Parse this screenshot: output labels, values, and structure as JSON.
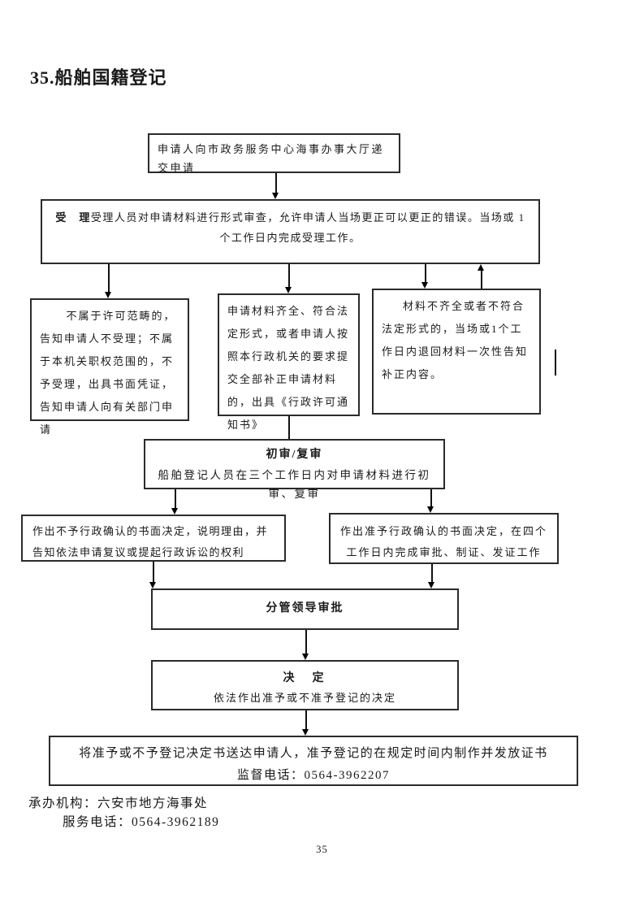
{
  "page": {
    "title": "35.船舶国籍登记",
    "page_number": "35"
  },
  "flowchart": {
    "submit": {
      "text": "申请人向市政务服务中心海事办事大厅递交申请"
    },
    "accept": {
      "label": "受　理",
      "text": "受理人员对申请材料进行形式审查，允许申请人当场更正可以更正的错误。当场或 1 个工作日内完成受理工作。"
    },
    "reject_scope": {
      "text": "不属于许可范畴的，告知申请人不受理；不属于本机关职权范围的，不予受理，出具书面凭证，告知申请人向有关部门申请"
    },
    "complete": {
      "text": "申请材料齐全、符合法定形式，或者申请人按照本行政机关的要求提交全部补正申请材料的，出具《行政许可通知书》"
    },
    "incomplete": {
      "text": "材料不齐全或者不符合法定形式的，当场或1个工作日内退回材料一次性告知补正内容。"
    },
    "review": {
      "title": "初审/复审",
      "text": "船舶登记人员在三个工作日内对申请材料进行初审、复审"
    },
    "deny": {
      "text": "作出不予行政确认的书面决定，说明理由，并告知依法申请复议或提起行政诉讼的权利"
    },
    "approve": {
      "text": "作出准予行政确认的书面决定，在四个工作日内完成审批、制证、发证工作"
    },
    "leader_approval": {
      "title": "分管领导审批"
    },
    "decision": {
      "title": "决　定",
      "text": "依法作出准予或不准予登记的决定"
    },
    "delivery": {
      "line1": "将准予或不予登记决定书送达申请人，准予登记的在规定时间内制作并发放证书",
      "line2": "监督电话：0564-3962207"
    }
  },
  "footer": {
    "agency": "承办机构：六安市地方海事处",
    "phone": "服务电话：0564-3962189"
  }
}
